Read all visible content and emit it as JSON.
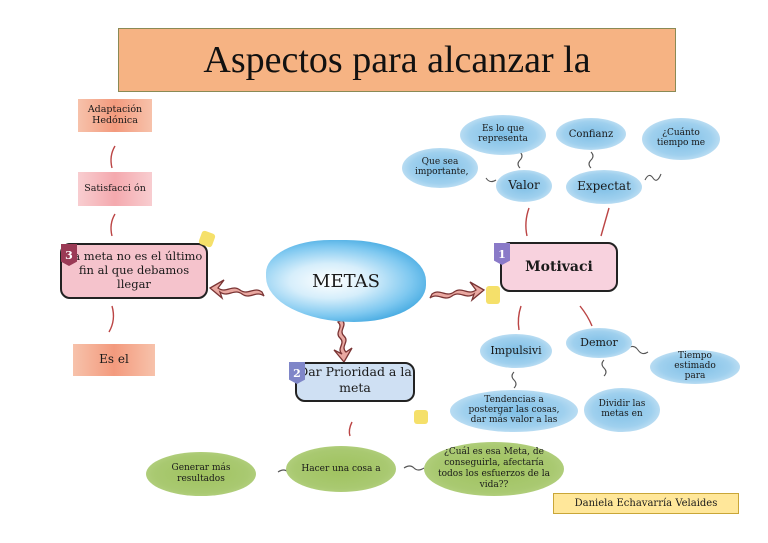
{
  "title": "Aspectos para alcanzar la",
  "center": "METAS",
  "left_column": {
    "adaptacion": "Adaptación Hedónica",
    "satisfaccion": "Satisfacci ón",
    "box3_number": "3",
    "box3_text": "La meta no es el último fin al que debamos llegar",
    "es_el": "Es el"
  },
  "right_branch": {
    "box1_number": "1",
    "motivacion": "Motivaci",
    "valor": "Valor",
    "expectat": "Expectat",
    "es_lo_que": "Es lo que representa",
    "confianz": "Confianz",
    "cuanto_tiempo": "¿Cuánto tiempo me",
    "que_sea": "Que sea importante,",
    "impulsivi": "Impulsivi",
    "demor": "Demor",
    "tiempo_estimado": "Tiempo estimado para",
    "tendencias": "Tendencias a postergar las cosas, dar más valor a las",
    "dividir": "Dividir las metas en"
  },
  "bottom_branch": {
    "box2_number": "2",
    "box2_text": "Dar Prioridad a la meta",
    "generar": "Generar más resultados",
    "hacer": "Hacer una cosa a",
    "cual_es": "¿Cuál es esa Meta, de conseguirla, afectaría todos los esfuerzos de la vida??"
  },
  "author": "Daniela Echavarría Velaides",
  "colors": {
    "title_bg": "#f6b383",
    "cloud_blue": "#8ec8ea",
    "green_cloud": "#a9c971",
    "caption_bg": "#ffe79a",
    "accent_pink": "#f4a9ae"
  }
}
